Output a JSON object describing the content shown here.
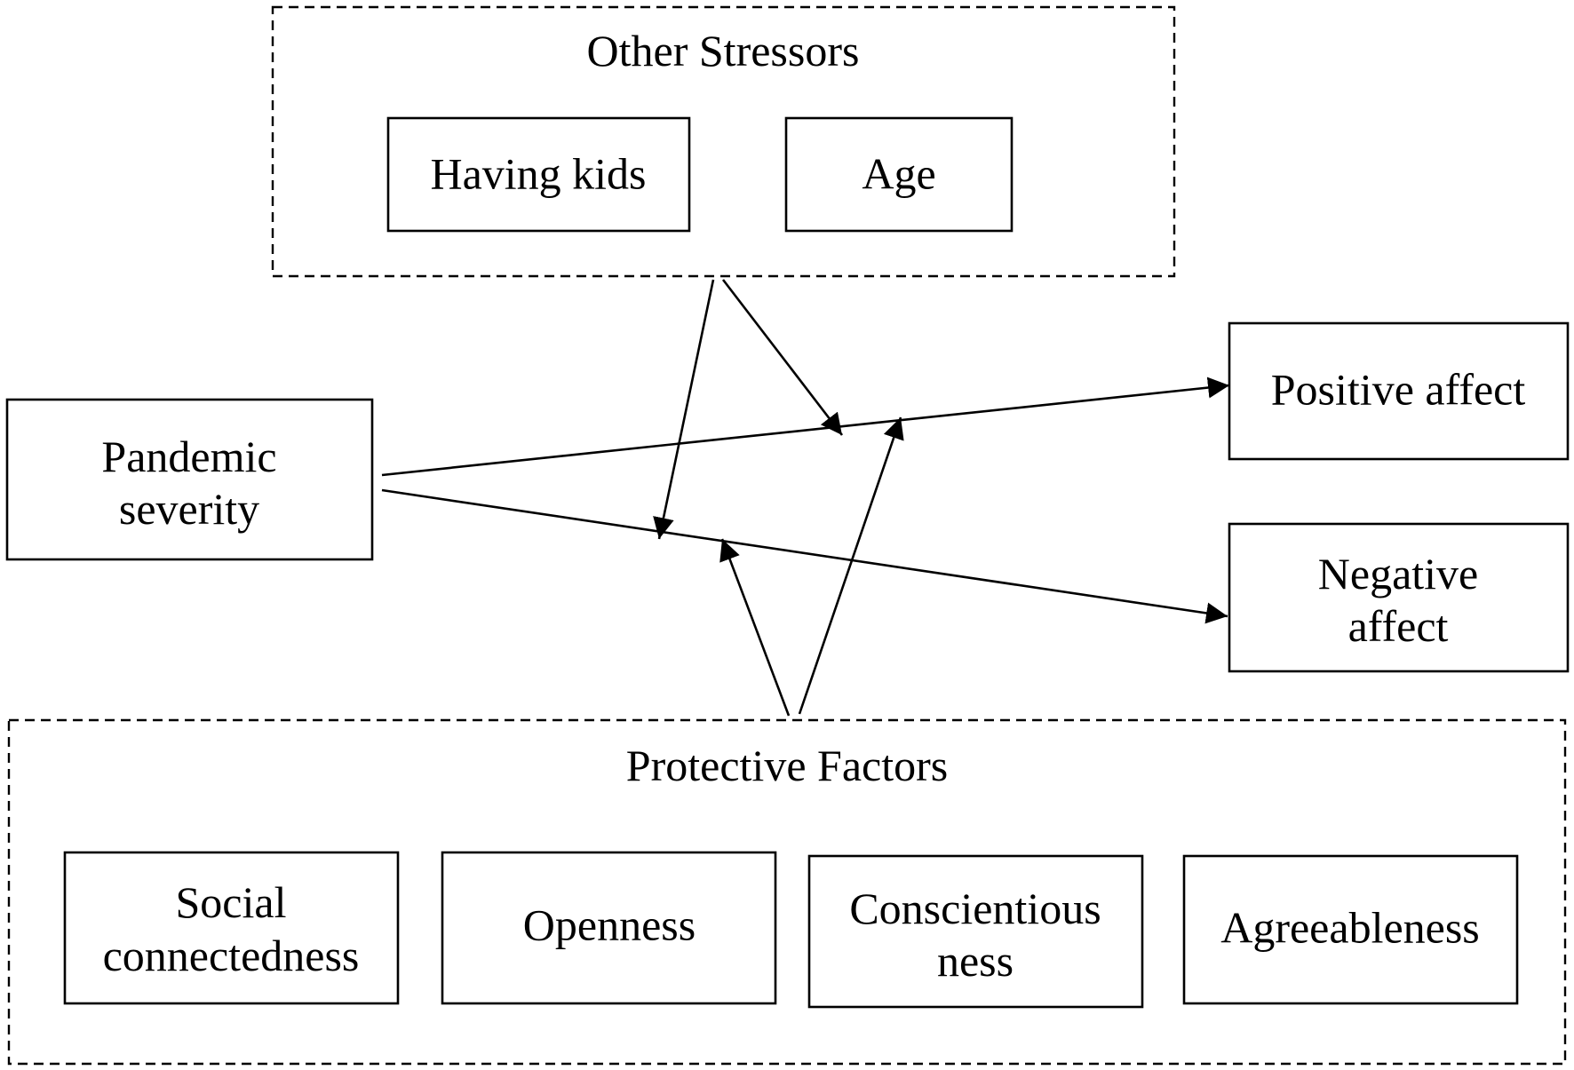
{
  "groups": {
    "other_stressors": {
      "title": "Other Stressors",
      "items": [
        "Having kids",
        "Age"
      ]
    },
    "protective_factors": {
      "title": "Protective Factors",
      "items": [
        [
          "Social",
          "connectedness"
        ],
        [
          "Openness"
        ],
        [
          "Conscientious",
          "ness"
        ],
        [
          "Agreeableness"
        ]
      ]
    }
  },
  "predictor": [
    "Pandemic",
    "severity"
  ],
  "outcomes": {
    "positive": [
      "Positive affect"
    ],
    "negative": [
      "Negative",
      "affect"
    ]
  },
  "paths": [
    {
      "from": "Pandemic severity",
      "to": "Positive affect"
    },
    {
      "from": "Pandemic severity",
      "to": "Negative affect"
    },
    {
      "from": "Other Stressors",
      "to": "path to Positive affect",
      "type": "moderation"
    },
    {
      "from": "Other Stressors",
      "to": "path to Negative affect",
      "type": "moderation"
    },
    {
      "from": "Protective Factors",
      "to": "path to Positive affect",
      "type": "moderation"
    },
    {
      "from": "Protective Factors",
      "to": "path to Negative affect",
      "type": "moderation"
    }
  ]
}
